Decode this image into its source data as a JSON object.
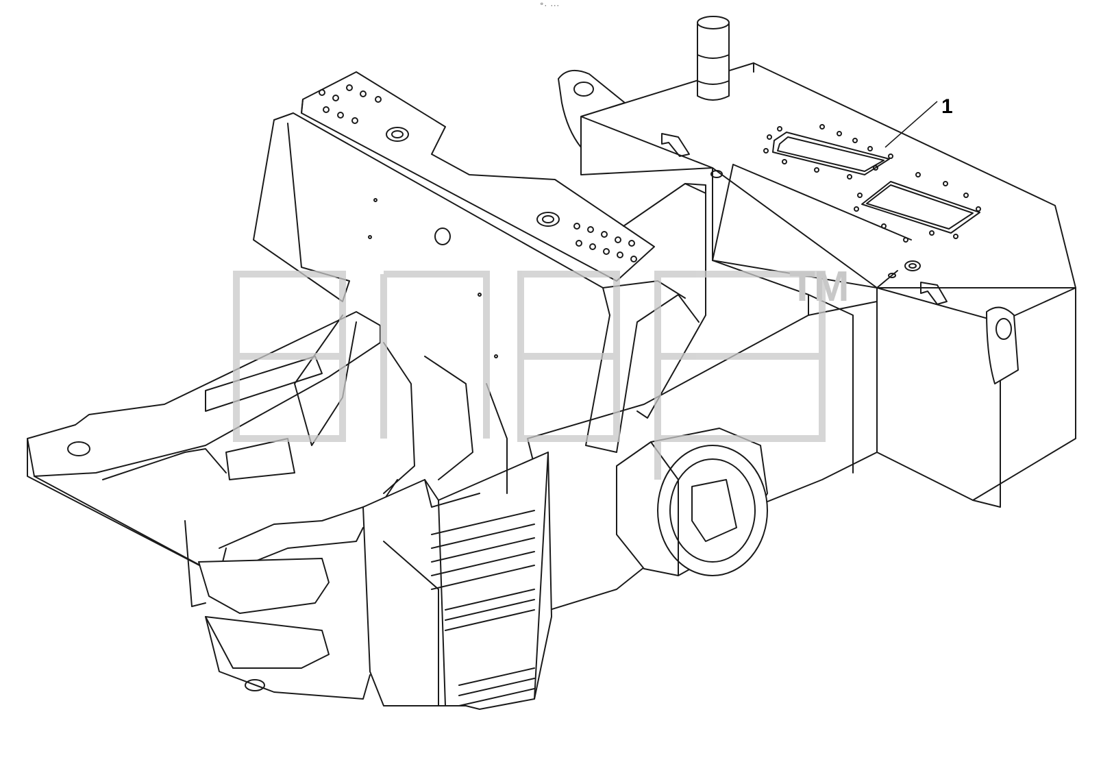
{
  "drawing": {
    "top_mark": "°‧ ‧‧‧",
    "callouts": [
      {
        "number": "1"
      }
    ],
    "watermark": {
      "text": "adap",
      "trademark": "TM",
      "color": "#c8c8c8"
    }
  },
  "colors": {
    "line": "#1a1a1a",
    "background": "#ffffff",
    "watermark": "#c8c8c8"
  }
}
